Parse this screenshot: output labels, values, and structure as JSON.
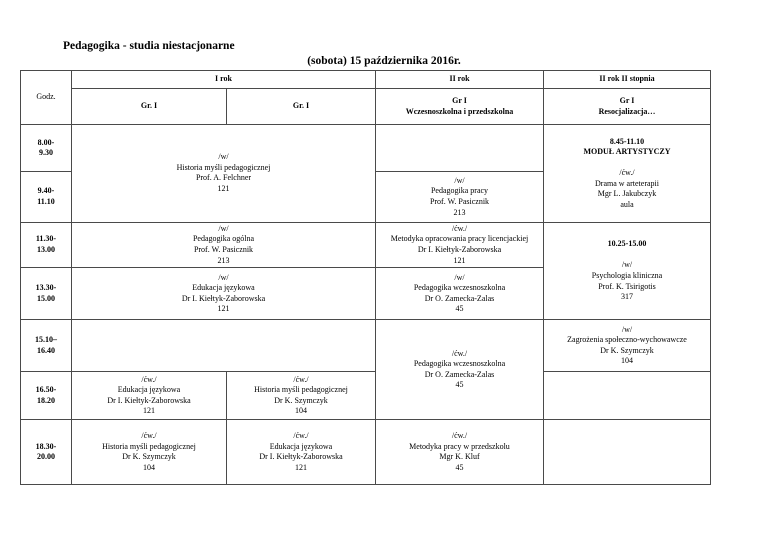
{
  "page": {
    "title": "Pedagogika - studia niestacjonarne",
    "date": "(sobota) 15 października 2016r."
  },
  "header": {
    "godz": "Godz.",
    "year1": "I rok",
    "year2": "II rok",
    "year2_deg2": "II rok II stopnia",
    "gr1a": "Gr. I",
    "gr1b": "Gr. I",
    "gr2": [
      "Gr I",
      "Wczesnoszkolna i przedszkolna"
    ],
    "gr2_deg2": [
      "Gr I",
      "Resocjalizacja…"
    ]
  },
  "times": {
    "t1": [
      "8.00-",
      "9.30"
    ],
    "t2": [
      "9.40-",
      "11.10"
    ],
    "t3": [
      "11.30-",
      "13.00"
    ],
    "t4": [
      "13.30-",
      "15.00"
    ],
    "t5": [
      "15.10–",
      "16.40"
    ],
    "t6": [
      "16.50-",
      "18.20"
    ],
    "t7": [
      "18.30-",
      "20.00"
    ]
  },
  "cells": {
    "historia_w": [
      "/w/",
      "Historia myśli pedagogicznej",
      "Prof. A. Felchner",
      "121"
    ],
    "pedagogika_pracy": [
      "/w/",
      "Pedagogika pracy",
      "Prof. W. Pasicznik",
      "213"
    ],
    "modul_bold": [
      "8.45-11.10",
      "MODUŁ ARTYSTYCZY"
    ],
    "modul_rest": [
      "/ćw./",
      "Drama w arteterapii",
      "Mgr L. Jakubczyk",
      "aula"
    ],
    "pedagogika_ogolna": [
      "/w/",
      "Pedagogika ogólna",
      "Prof. W. Pasicznik",
      "213"
    ],
    "metodyka_licencjacka": [
      "/ćw./",
      "Metodyka opracowania pracy licencjackiej",
      "Dr I. Kiełtyk-Zaborowska",
      "121"
    ],
    "psychologia_bold": [
      "10.25-15.00"
    ],
    "psychologia_rest": [
      "/w/",
      "Psychologia kliniczna",
      "Prof. K. Tsirigotis",
      "317"
    ],
    "edukacja_w": [
      "/w/",
      "Edukacja językowa",
      "Dr I. Kiełtyk-Zaborowska",
      "121"
    ],
    "ped_wczesnoszkolna_w": [
      "/w/",
      "Pedagogika wczesnoszkolna",
      "Dr O. Zamecka-Zalas",
      "45"
    ],
    "ped_wczesnoszkolna_cw": [
      "/ćw./",
      "Pedagogika wczesnoszkolna",
      "Dr O. Zamecka-Zalas",
      "45"
    ],
    "zagrozenia": [
      "/w/",
      "Zagrożenia społeczno-wychowawcze",
      "Dr K. Szymczyk",
      "104"
    ],
    "edukacja_cw": [
      "/ćw./",
      "Edukacja językowa",
      "Dr I. Kiełtyk-Zaborowska",
      "121"
    ],
    "historia_cw": [
      "/ćw./",
      "Historia myśli pedagogicznej",
      "Dr K. Szymczyk",
      "104"
    ],
    "metodyka_przedszkole": [
      "/ćw./",
      "Metodyka pracy w przedszkolu",
      "Mgr K. Kluf",
      "45"
    ]
  }
}
